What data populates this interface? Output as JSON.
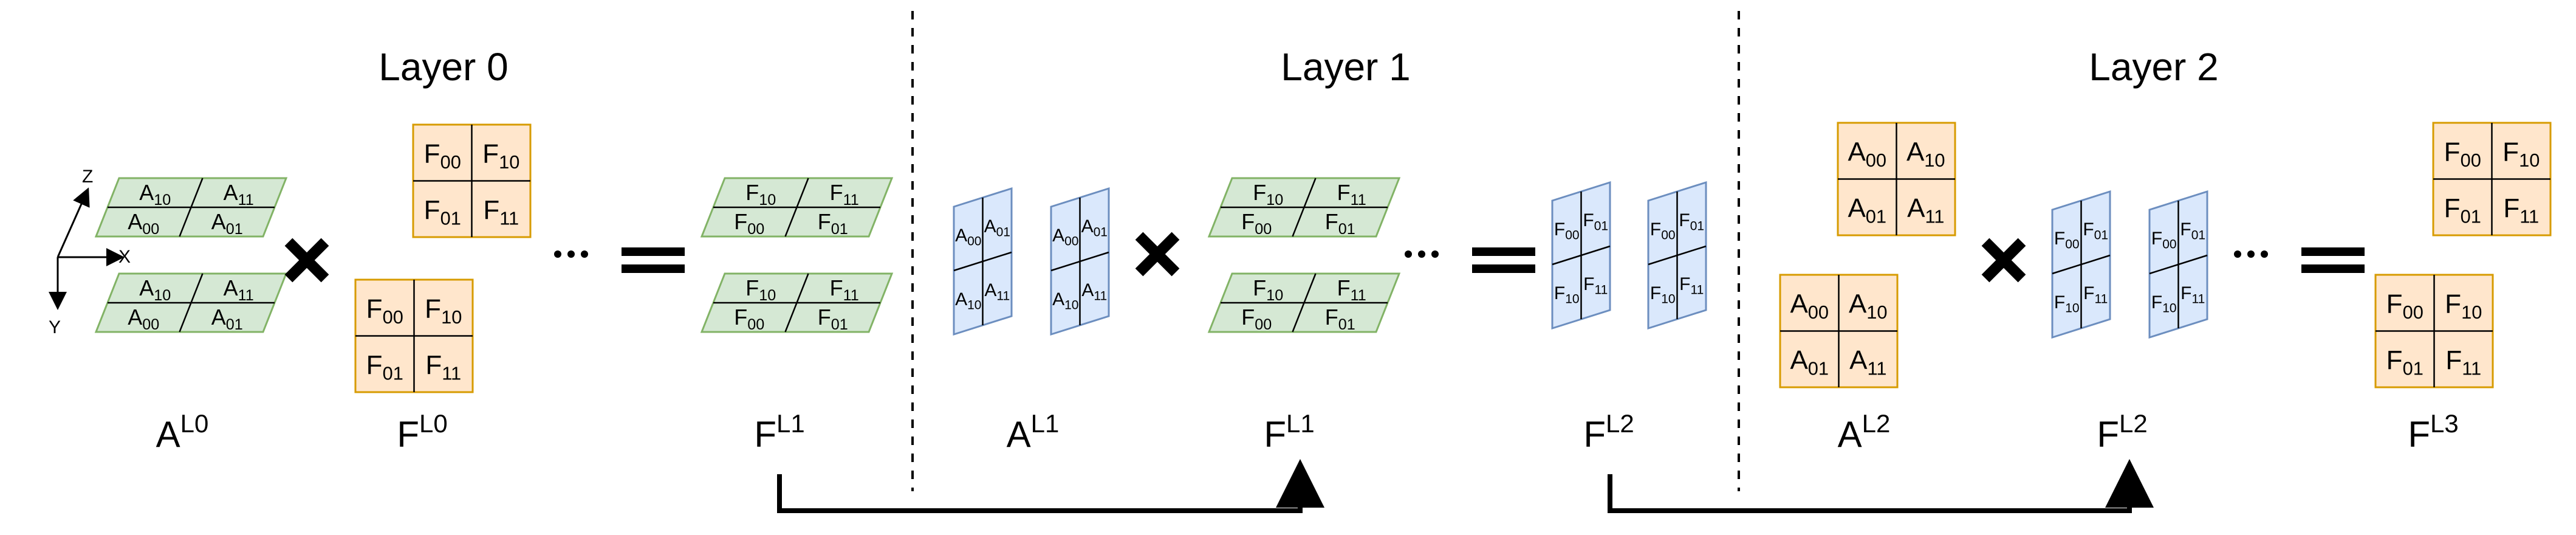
{
  "layers": [
    {
      "title": "Layer 0"
    },
    {
      "title": "Layer 1"
    },
    {
      "title": "Layer 2"
    }
  ],
  "axes": {
    "z": "Z",
    "x": "X",
    "y": "Y"
  },
  "operators": {
    "multiply": "×",
    "equals": "=",
    "ellipsis": "···"
  },
  "captions": [
    {
      "base": "A",
      "sup": "L0"
    },
    {
      "base": "F",
      "sup": "L0"
    },
    {
      "base": "F",
      "sup": "L1"
    },
    {
      "base": "A",
      "sup": "L1"
    },
    {
      "base": "F",
      "sup": "L1"
    },
    {
      "base": "F",
      "sup": "L2"
    },
    {
      "base": "A",
      "sup": "L2"
    },
    {
      "base": "F",
      "sup": "L2"
    },
    {
      "base": "F",
      "sup": "L3"
    }
  ],
  "tiles": {
    "a": {
      "s00": "00",
      "s01": "01",
      "s10": "10",
      "s11": "11"
    },
    "f": {
      "s00": "00",
      "s01": "01",
      "s10": "10",
      "s11": "11"
    }
  },
  "colors": {
    "green_fill": "#d5e8d4",
    "green_stroke": "#82b366",
    "orange_fill": "#ffe6cc",
    "orange_stroke": "#d79b00",
    "blue_fill": "#dae8fc",
    "blue_stroke": "#6c8ebf"
  }
}
